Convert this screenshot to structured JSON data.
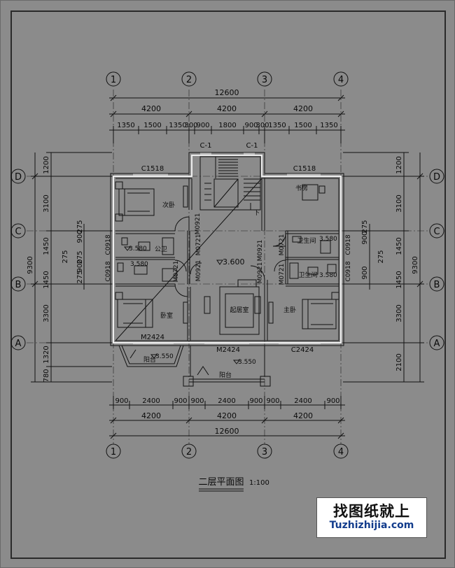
{
  "title": "二层平面图",
  "scale": "1:100",
  "axes_vertical": [
    "1",
    "2",
    "3",
    "4"
  ],
  "axes_horizontal": [
    "D",
    "C",
    "B",
    "A"
  ],
  "dims": {
    "total": "12600",
    "bay": "4200",
    "top_row": [
      "1350",
      "1500",
      "1350",
      "300",
      "900",
      "1800",
      "900",
      "300",
      "1350",
      "1500",
      "1350"
    ],
    "bottom_row": [
      "900",
      "2400",
      "900",
      "900",
      "2400",
      "900",
      "900",
      "2400",
      "900"
    ],
    "left_outer": "9300",
    "left_col": [
      "1200",
      "3100",
      "1450",
      "1450",
      "3300",
      "1320",
      "780"
    ],
    "left_inner": [
      "275",
      "900",
      "275",
      "275",
      "900",
      "275"
    ],
    "right_outer": "9300",
    "right_col": [
      "1200",
      "3100",
      "1450",
      "1450",
      "3300"
    ],
    "right_bottom": "2100",
    "right_inner": [
      "900",
      "275",
      "275",
      "900"
    ]
  },
  "labels": {
    "window_c1_left": "C-1",
    "window_c1_right": "C-1",
    "window_c1518_left": "C1518",
    "window_c1518_right": "C1518",
    "m0921_a": "M0921",
    "m0921_b": "M0921",
    "m0921_c": "M0921",
    "m0921_d": "M0921",
    "m0721_a": "M0721",
    "m0721_b": "M0721",
    "m0721_c": "M0721",
    "m0721_d": "M0721",
    "c0918_a": "C0918",
    "c0918_b": "C0918",
    "c0918_c": "C0918",
    "c0918_d": "C0918",
    "m2424_a": "M2424",
    "m2424_b": "M2424",
    "c2424": "C2424",
    "elev_main": "3.600",
    "elev_bath_a": "3.580",
    "elev_bath_b": "3.580",
    "elev_bath_c": "3.580",
    "elev_bath_d": "3.580",
    "elev_balcony_a": "3.550",
    "elev_balcony_b": "3.550",
    "stair_down": "下"
  },
  "rooms": {
    "bedroom_tl": "次卧",
    "study": "书房",
    "public_bath": "公卫",
    "bedroom_bl": "卧室",
    "family_room": "起居室",
    "master_bed": "主卧",
    "ensuite_a": "卫生间",
    "ensuite_b": "卫生间",
    "balcony_a": "阳台",
    "balcony_b": "阳台"
  },
  "watermark": {
    "cn": "找图纸就上",
    "en": "Tuzhizhijia.com"
  },
  "colors": {
    "background": "#8b8b8b",
    "lines": "#111111",
    "walls": "#eeeeee",
    "watermark_url": "#123c8c"
  }
}
